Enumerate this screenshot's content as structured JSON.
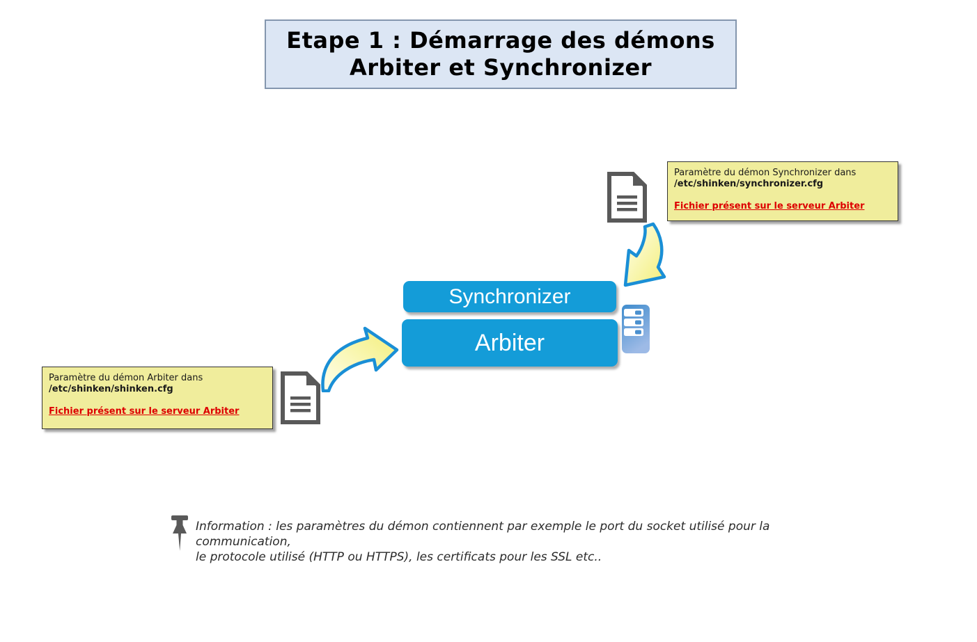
{
  "title": {
    "line1": "Etape 1 : Démarrage des démons",
    "line2": "Arbiter et Synchronizer"
  },
  "daemons": {
    "synchronizer": "Synchronizer",
    "arbiter": "Arbiter"
  },
  "notes": {
    "synchronizer": {
      "intro": "Paramètre du démon Synchronizer dans",
      "path": "/etc/shinken/synchronizer.cfg",
      "link": "Fichier présent sur le serveur Arbiter"
    },
    "arbiter": {
      "intro": "Paramètre du démon Arbiter dans",
      "path": "/etc/shinken/shinken.cfg",
      "link": "Fichier présent sur le serveur Arbiter"
    }
  },
  "info_note": {
    "line1": "Information : les paramètres du démon contiennent par exemple le port du socket utilisé pour la communication,",
    "line2": "le protocole utilisé (HTTP ou HTTPS), les certificats pour les SSL etc.."
  },
  "icons": {
    "config_file": "document-icon",
    "host": "server-icon",
    "note_marker": "pushpin-icon",
    "flow": "curved-arrow-icon"
  },
  "colors": {
    "accent_blue": "#149cd8",
    "title_bg": "#dce6f4",
    "title_border": "#8496ae",
    "note_bg": "#f0ed9c",
    "note_border": "#333333",
    "link_red": "#dd0000",
    "arrow_fill_light": "#ffffe6",
    "arrow_fill": "#f5ef7e",
    "arrow_stroke": "#1a8fd6",
    "icon_gray": "#595959",
    "server_blue_dark": "#3f8ccd",
    "server_blue_light": "#9dbae6"
  }
}
